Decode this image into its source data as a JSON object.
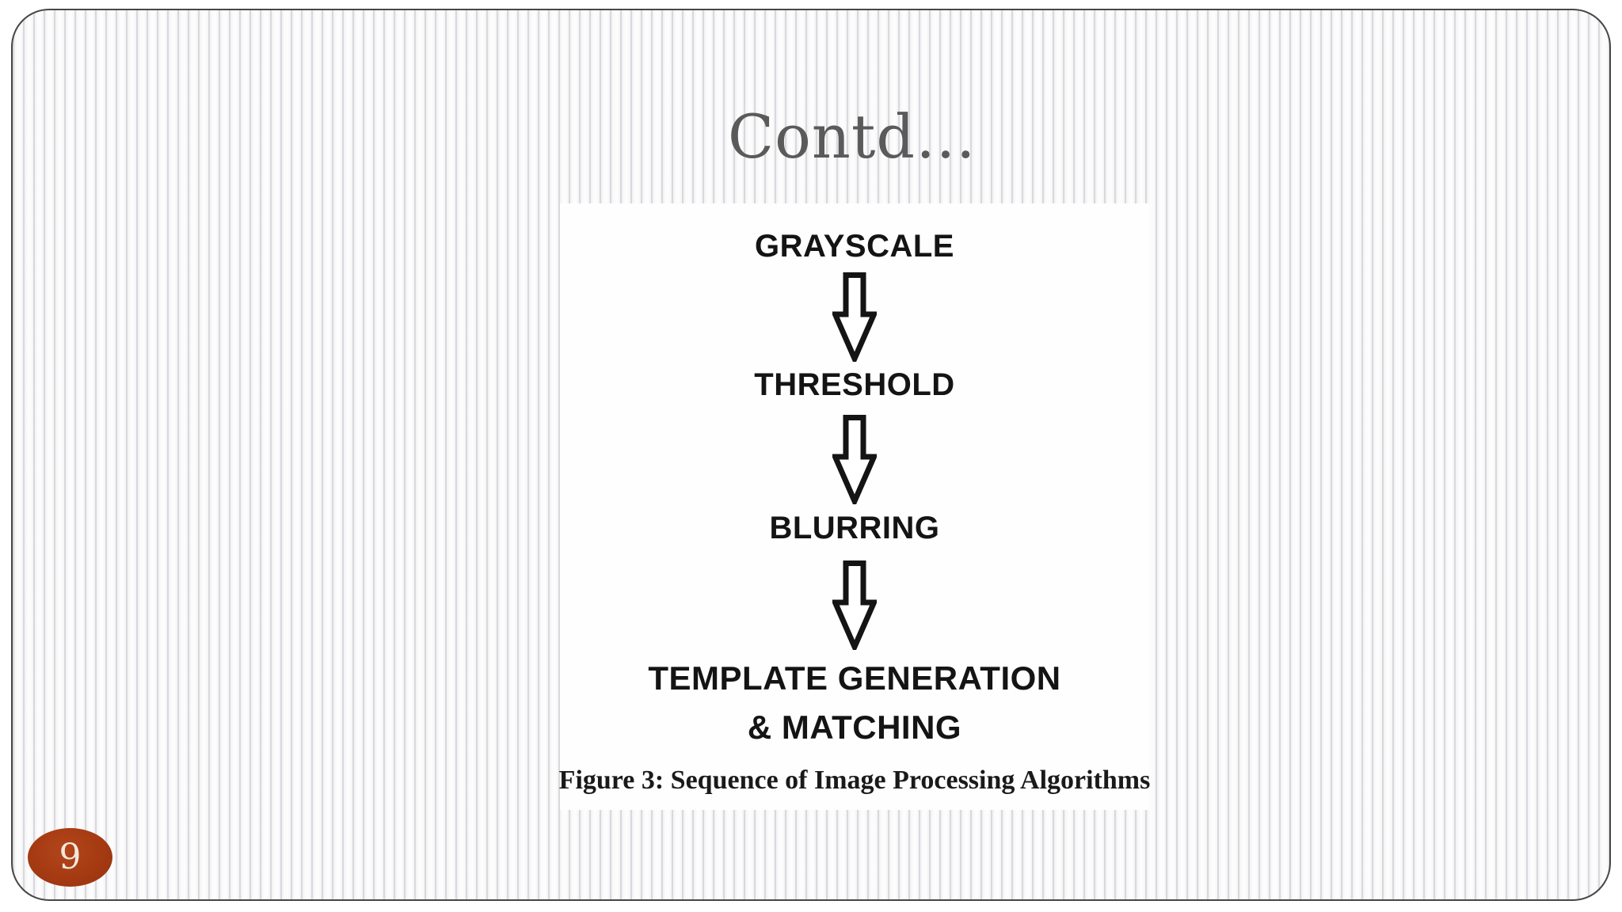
{
  "slide": {
    "title": "Contd…",
    "page_number": "9"
  },
  "figure": {
    "steps": [
      "GRAYSCALE",
      "THRESHOLD",
      "BLURRING"
    ],
    "final_step": {
      "line1": "TEMPLATE GENERATION",
      "line2": "& MATCHING"
    },
    "caption": "Figure 3: Sequence of Image Processing Algorithms",
    "flow_order": [
      "GRAYSCALE",
      "THRESHOLD",
      "BLURRING",
      "TEMPLATE GENERATION & MATCHING"
    ]
  },
  "icons": {
    "connector": "down-block-arrow-icon"
  },
  "colors": {
    "page_badge_fill": "#a53a12",
    "page_badge_text": "#f2e8dd",
    "title_text": "#5a5a5a",
    "figure_text": "#141414",
    "slide_border": "#474747",
    "pinstripe_line": "#d9d9dd",
    "panel_background": "#fefefe"
  }
}
